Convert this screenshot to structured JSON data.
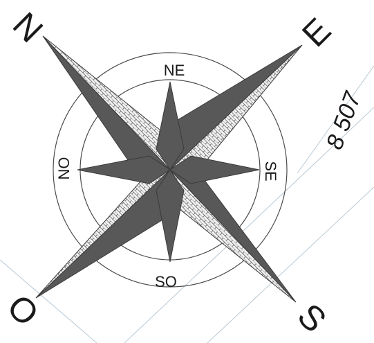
{
  "compass": {
    "cardinals": {
      "north": "N",
      "east": "E",
      "south": "S",
      "west": "O"
    },
    "intercardinals": {
      "northeast": "NE",
      "southeast": "SE",
      "southwest": "SO",
      "northwest": "NO"
    },
    "coordinate_label": "8 507",
    "colors": {
      "dark_point": "#585858",
      "outline": "#3a3a3a",
      "ring": "#4a4a4a",
      "grid": "#b8c8d4"
    }
  }
}
